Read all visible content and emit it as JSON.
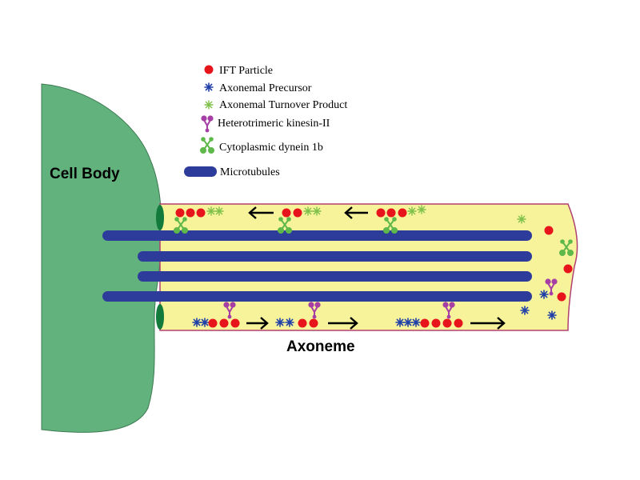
{
  "labels": {
    "cell_body": "Cell Body",
    "axoneme": "Axoneme"
  },
  "legend": [
    {
      "key": "ift",
      "label": "IFT Particle",
      "icon": "red-dot-icon"
    },
    {
      "key": "precursor",
      "label": "Axonemal Precursor",
      "icon": "blue-star-icon"
    },
    {
      "key": "turnover",
      "label": "Axonemal Turnover Product",
      "icon": "green-star-icon"
    },
    {
      "key": "kinesin",
      "label": "Heterotrimeric kinesin-II",
      "icon": "kinesin-icon"
    },
    {
      "key": "dynein",
      "label": "Cytoplasmic dynein 1b",
      "icon": "dynein-icon"
    },
    {
      "key": "microtubules",
      "label": "Microtubules",
      "icon": "microtubule-icon"
    }
  ],
  "colors": {
    "cell_body": "#62b27e",
    "cilium": "#f7f39a",
    "microtubule": "#2d3c9a",
    "ift": "#e8141c",
    "precursor": "#1f3fa8",
    "turnover": "#7fc04a",
    "kinesin": "#a63ea6",
    "dynein": "#5fb84a",
    "transition_zone": "#127a3a"
  }
}
